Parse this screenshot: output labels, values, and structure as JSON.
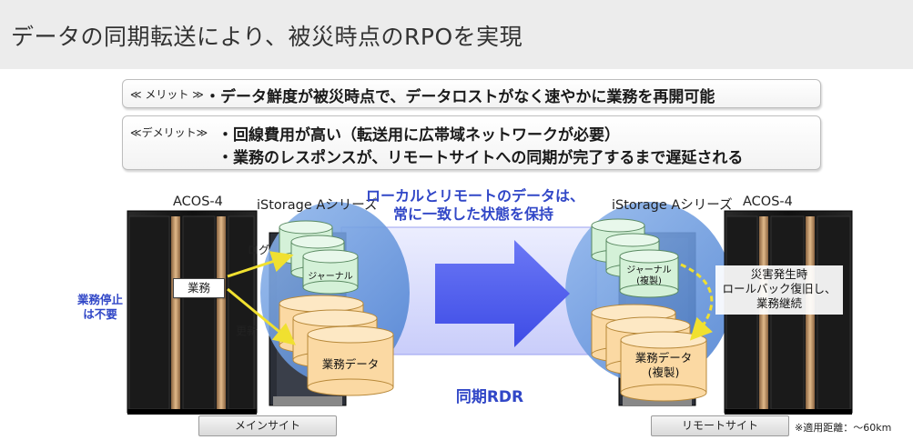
{
  "title": "データの同期転送により、被災時点のRPOを実現",
  "merit": {
    "tag": "≪ メリット ≫",
    "text": "・データ鮮度が被災時点で、データロストがなく速やかに業務を再開可能"
  },
  "demerit": {
    "tag": "≪デメリット≫",
    "line1": "・回線費用が高い（転送用に広帯域ネットワークが必要）",
    "line2": "・業務のレスポンスが、リモートサイトへの同期が完了するまで遅延される"
  },
  "main_site": {
    "server_label": "ACOS-4",
    "storage_label": "iStorage Aシリーズ",
    "business_label": "業務",
    "log_label": "ログ",
    "update_label": "更新",
    "journal_label": "ジャーナル",
    "data_label": "業務データ",
    "no_stop_line1": "業務停止",
    "no_stop_line2": "は不要",
    "site_tab": "メインサイト"
  },
  "remote_site": {
    "storage_label": "iStorage Aシリーズ",
    "server_label": "ACOS-4",
    "journal_line1": "ジャーナル",
    "journal_line2": "(複製)",
    "data_line1": "業務データ",
    "data_line2": "(複製)",
    "recovery_line1": "災害発生時",
    "recovery_line2": "ロールバック復旧し、",
    "recovery_line3": "業務継続",
    "site_tab": "リモートサイト",
    "distance_note": "※適用距離：～60km"
  },
  "center": {
    "headline_line1": "ローカルとリモートのデータは、",
    "headline_line2": "常に一致した状態を保持",
    "rdr_label": "同期RDR"
  },
  "colors": {
    "accent_blue": "#3147c7",
    "transfer_band": "#d6d9fb",
    "arrow_blue": "#4d5cf0",
    "ellipse_blue": "#5b8fd8",
    "journal_green": "#d4f1d8",
    "data_orange": "#fbd9a3",
    "yellow_arrow": "#f0e030",
    "server_copper": "#c49a6c"
  }
}
